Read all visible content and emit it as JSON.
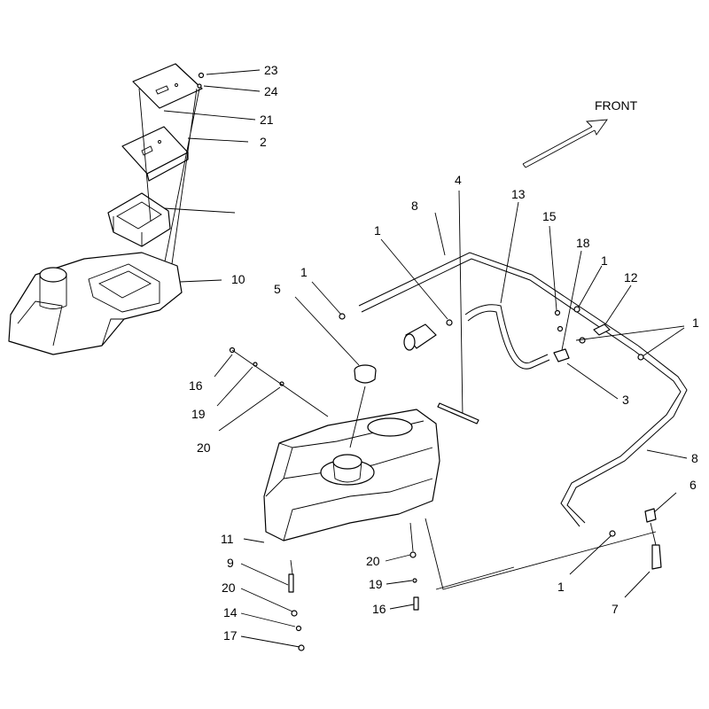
{
  "front_label": "FRONT",
  "callouts": [
    {
      "id": "c23",
      "text": "23"
    },
    {
      "id": "c24",
      "text": "24"
    },
    {
      "id": "c21",
      "text": "21"
    },
    {
      "id": "c2",
      "text": "2"
    },
    {
      "id": "c10",
      "text": "10"
    },
    {
      "id": "c5",
      "text": "5"
    },
    {
      "id": "c16a",
      "text": "16"
    },
    {
      "id": "c19a",
      "text": "19"
    },
    {
      "id": "c20a",
      "text": "20"
    },
    {
      "id": "c1a",
      "text": "1"
    },
    {
      "id": "c1b",
      "text": "1"
    },
    {
      "id": "c8a",
      "text": "8"
    },
    {
      "id": "c4",
      "text": "4"
    },
    {
      "id": "c13",
      "text": "13"
    },
    {
      "id": "c15",
      "text": "15"
    },
    {
      "id": "c18",
      "text": "18"
    },
    {
      "id": "c1c",
      "text": "1"
    },
    {
      "id": "c12",
      "text": "12"
    },
    {
      "id": "c1d",
      "text": "1"
    },
    {
      "id": "c3",
      "text": "3"
    },
    {
      "id": "c8b",
      "text": "8"
    },
    {
      "id": "c6",
      "text": "6"
    },
    {
      "id": "c11",
      "text": "11"
    },
    {
      "id": "c9",
      "text": "9"
    },
    {
      "id": "c20b",
      "text": "20"
    },
    {
      "id": "c14",
      "text": "14"
    },
    {
      "id": "c17",
      "text": "17"
    },
    {
      "id": "c20c",
      "text": "20"
    },
    {
      "id": "c19b",
      "text": "19"
    },
    {
      "id": "c16b",
      "text": "16"
    },
    {
      "id": "c1e",
      "text": "1"
    },
    {
      "id": "c7",
      "text": "7"
    }
  ]
}
